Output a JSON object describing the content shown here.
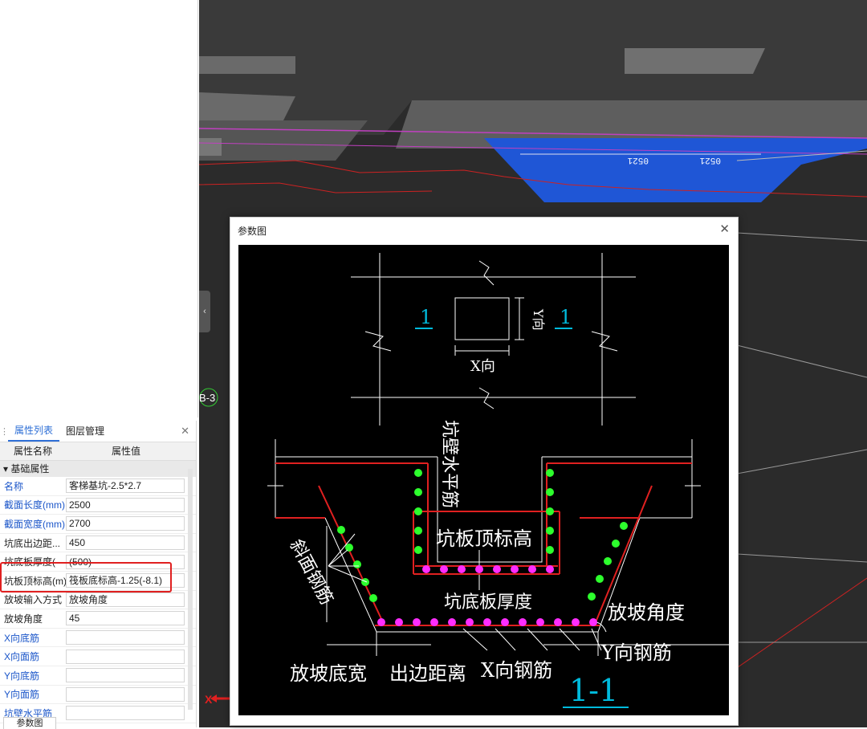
{
  "properties_panel": {
    "tabs": [
      "属性列表",
      "图层管理"
    ],
    "close_icon": "close-icon",
    "columns": {
      "name": "属性名称",
      "value": "属性值"
    },
    "group": "基础属性",
    "rows": [
      {
        "name": "名称",
        "value": "客梯基坑-2.5*2.7",
        "color": "#1a55c9"
      },
      {
        "name": "截面长度(mm)",
        "value": "2500",
        "color": "#1a55c9"
      },
      {
        "name": "截面宽度(mm)",
        "value": "2700",
        "color": "#1a55c9"
      },
      {
        "name": "坑底出边距...",
        "value": "450",
        "color": "#222222"
      },
      {
        "name": "坑底板厚度(",
        "value": "(500)",
        "color": "#222222"
      },
      {
        "name": "坑板顶标高(m)",
        "value": "筏板底标高-1.25(-8.1)",
        "color": "#222222"
      },
      {
        "name": "放坡输入方式",
        "value": "放坡角度",
        "color": "#222222"
      },
      {
        "name": "放坡角度",
        "value": "45",
        "color": "#222222"
      },
      {
        "name": "X向底筋",
        "value": "",
        "color": "#1a55c9"
      },
      {
        "name": "X向面筋",
        "value": "",
        "color": "#1a55c9"
      },
      {
        "name": "Y向底筋",
        "value": "",
        "color": "#1a55c9"
      },
      {
        "name": "Y向面筋",
        "value": "",
        "color": "#1a55c9"
      },
      {
        "name": "坑壁水平筋",
        "value": "",
        "color": "#1a55c9"
      }
    ],
    "bottom_tab": "参数图"
  },
  "viewport": {
    "axis_label": "B-3",
    "x_axis": "X",
    "dimension_texts": [
      "0521",
      "0521"
    ],
    "collapse_icon": "chevron-left-icon"
  },
  "dialog": {
    "title": "参数图",
    "close_icon": "close-icon",
    "diagram": {
      "section_left": "1",
      "section_right": "1",
      "y_dir": "Y向",
      "x_dir": "X向",
      "wall_rebar": "坑壁水平筋",
      "top_elev": "坑板顶标高",
      "slope_rebar": "斜面钢筋",
      "bottom_thickness": "坑底板厚度",
      "slope_angle": "放坡角度",
      "y_rebar": "Y向钢筋",
      "slope_width": "放坡底宽",
      "edge_distance": "出边距离",
      "x_rebar": "X向钢筋",
      "section_name": "1-1"
    }
  },
  "colors": {
    "accent": "#2e6fd6",
    "highlight": "#e02020",
    "blue_fill": "#1f56d6"
  }
}
